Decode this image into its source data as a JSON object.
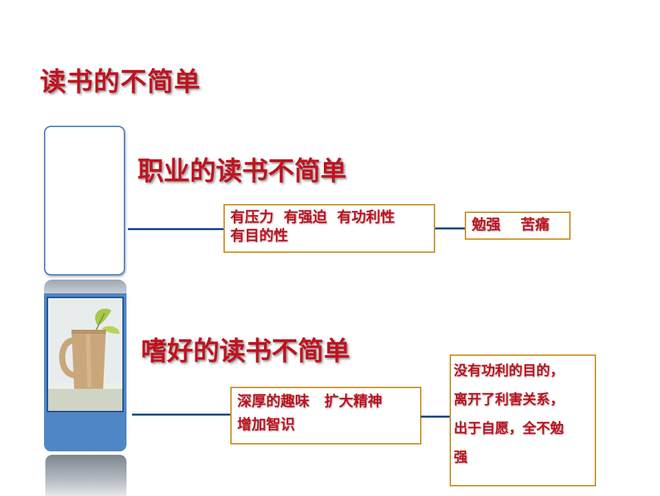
{
  "title": "读书的不简单",
  "section1": {
    "heading": "职业的读书不简单",
    "box1_line1": "有压力  有强迫  有功利性",
    "box1_line2": "有目的性",
    "box2": "勉强    苦痛"
  },
  "section2": {
    "heading": "嗜好的读书不简单",
    "box1_line1": "深厚的趣味   扩大精神",
    "box1_line2": "增加智识",
    "box2_lines": [
      "没有功利的目的，",
      "离开了利害关系，",
      "出于自愿，全不勉",
      "强"
    ]
  },
  "colors": {
    "accent_red": "#c1121f",
    "border_gold": "#c8922a",
    "line_blue": "#1f4e8c",
    "panel_blue": "#4f86c6"
  },
  "icons": {
    "photo": "cup-with-plant-image"
  }
}
